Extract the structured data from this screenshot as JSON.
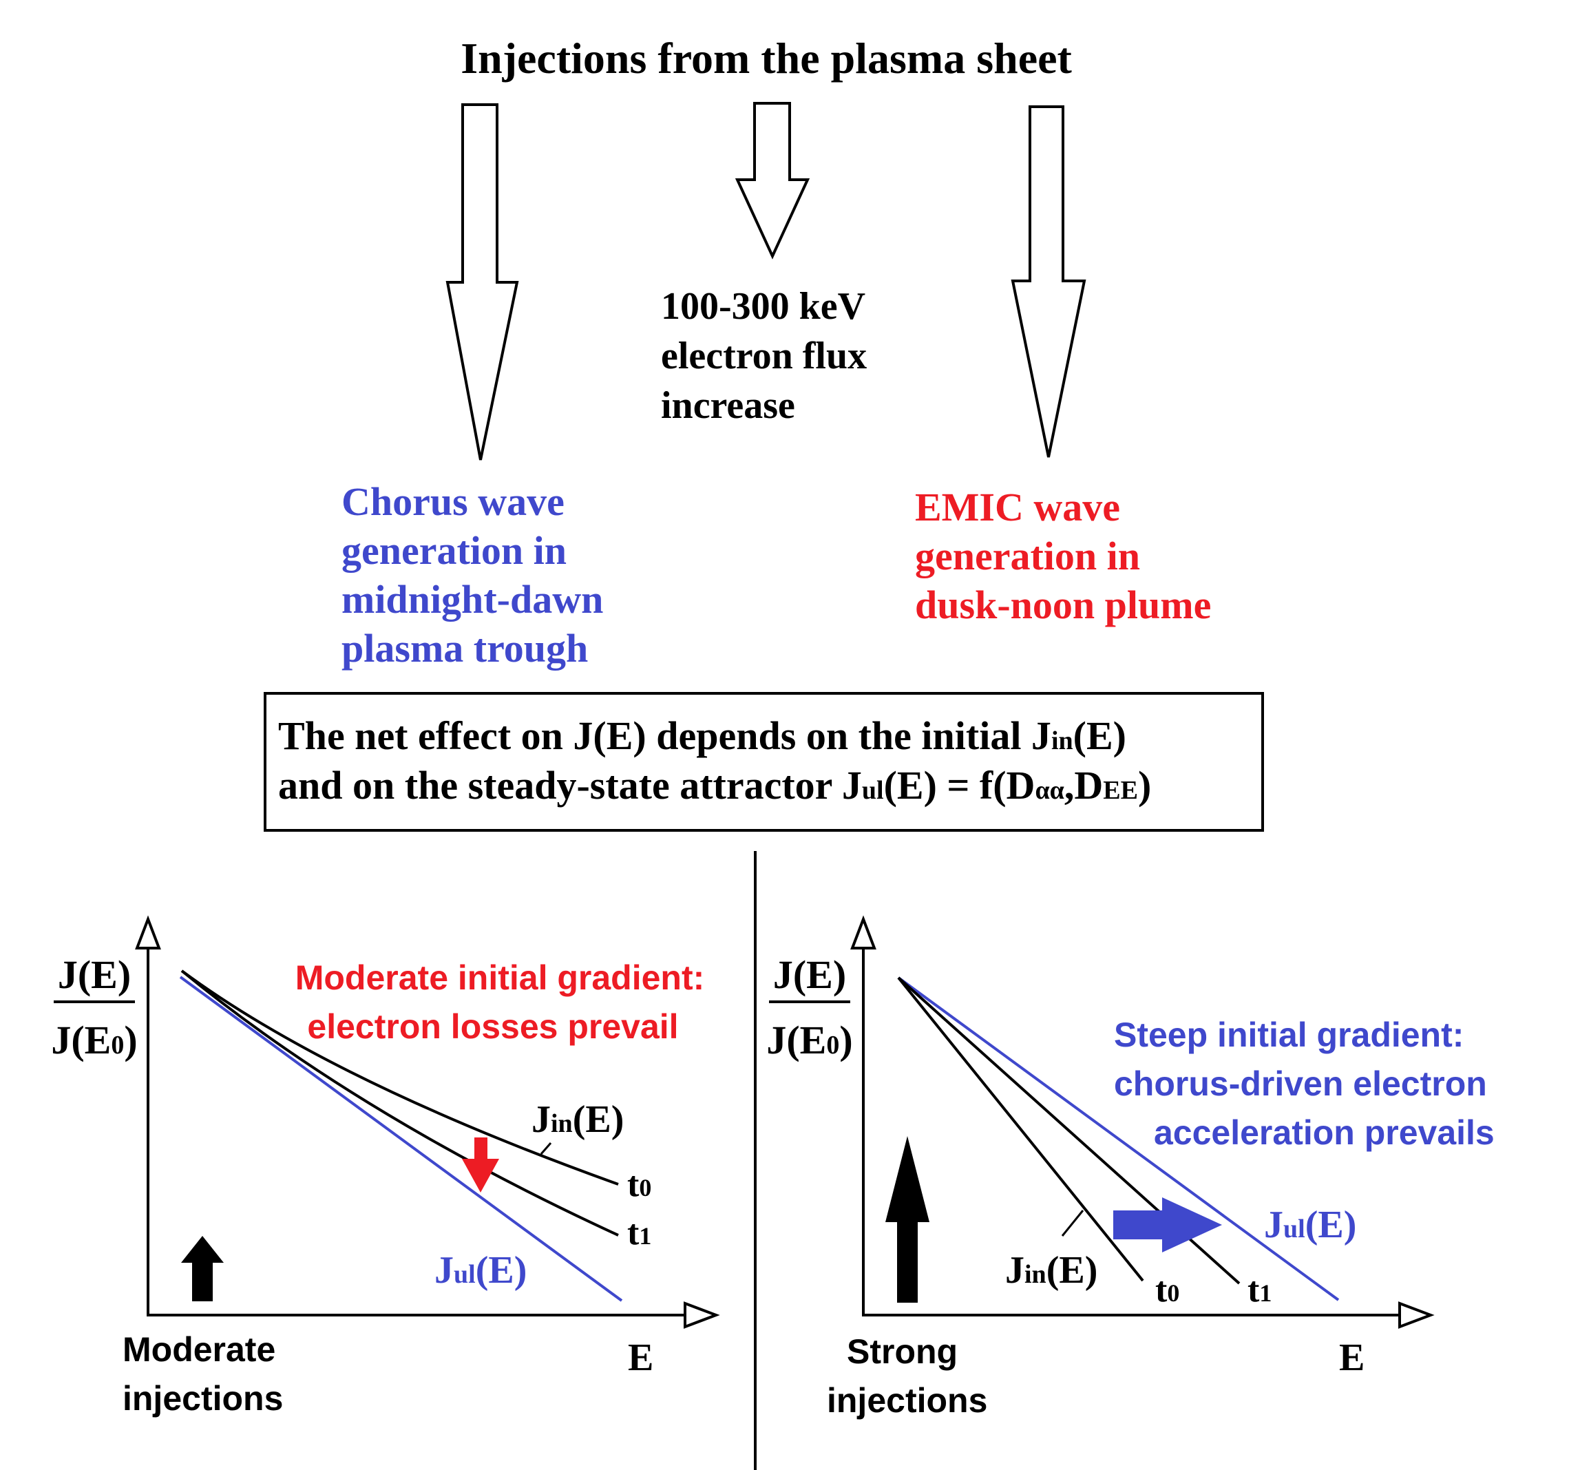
{
  "colors": {
    "black": "#000000",
    "blue": "#3f48cc",
    "red": "#ed1c24",
    "white": "#ffffff"
  },
  "header": {
    "title": "Injections from the plasma sheet"
  },
  "flux": {
    "line1": "100-300 keV",
    "line2": "electron flux",
    "line3": "increase"
  },
  "chorus": {
    "line1": "Chorus wave",
    "line2": "generation in",
    "line3": "midnight-dawn",
    "line4": "plasma trough"
  },
  "emic": {
    "line1": "EMIC wave",
    "line2": "generation in",
    "line3": "dusk-noon plume"
  },
  "net_effect": {
    "l1_text": "The net effect on J(E) depends on the initial J",
    "l1_sub": "in",
    "l1_end": "(E)",
    "l2_text": "and on the steady-state attractor J",
    "l2_sub1": "ul",
    "l2_mid": "(E) = f(D",
    "l2_sub2": "αα",
    "l2_comma": ",D",
    "l2_sub3": "EE",
    "l2_end": ")"
  },
  "left_panel": {
    "y_num": "J(E)",
    "y_den_pre": "J(E",
    "y_den_sub": "0",
    "y_den_post": ")",
    "x_label": "E",
    "annotation_line1": "Moderate initial gradient:",
    "annotation_line2": "electron losses prevail",
    "jin_main": "J",
    "jin_sub": "in",
    "jin_post": "(E)",
    "jul_main": "J",
    "jul_sub": "ul",
    "jul_post": "(E)",
    "t0_main": "t",
    "t0_sub": "0",
    "t1_main": "t",
    "t1_sub": "1",
    "injection_line1": "Moderate",
    "injection_line2": "injections"
  },
  "right_panel": {
    "y_num": "J(E)",
    "y_den_pre": "J(E",
    "y_den_sub": "0",
    "y_den_post": ")",
    "x_label": "E",
    "annotation_line1": "Steep initial gradient:",
    "annotation_line2": "chorus-driven electron",
    "annotation_line3": "acceleration prevails",
    "jin_main": "J",
    "jin_sub": "in",
    "jin_post": "(E)",
    "jul_main": "J",
    "jul_sub": "ul",
    "jul_post": "(E)",
    "t0_main": "t",
    "t0_sub": "0",
    "t1_main": "t",
    "t1_sub": "1",
    "injection_line1": "Strong",
    "injection_line2": "injections"
  }
}
